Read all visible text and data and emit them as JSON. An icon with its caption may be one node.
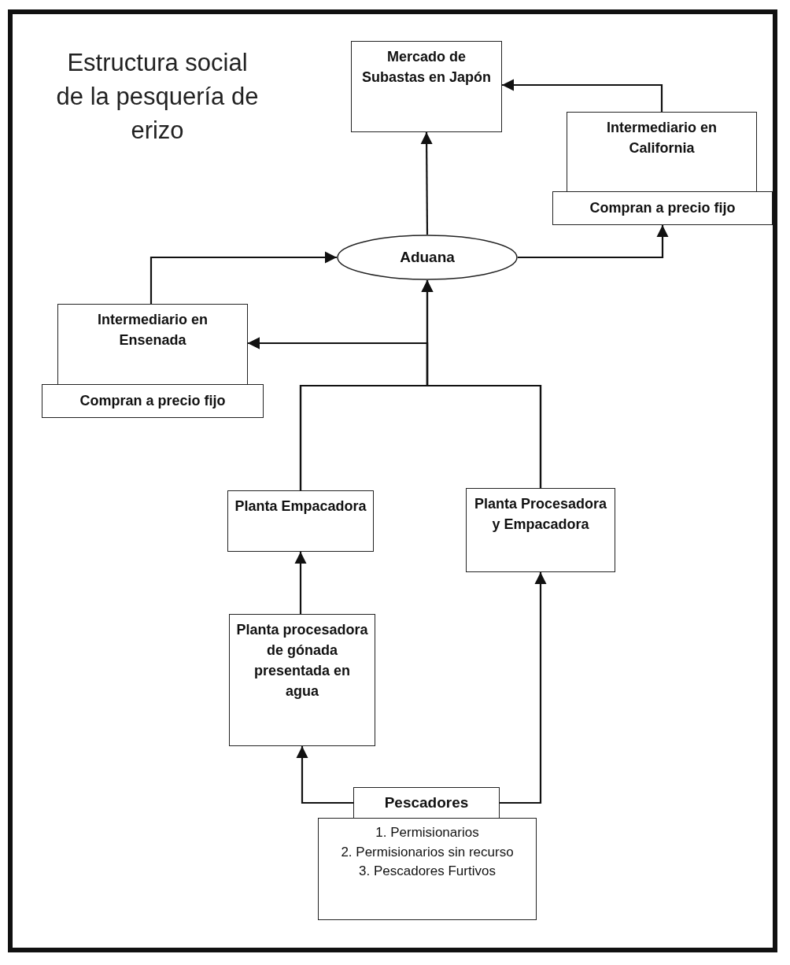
{
  "diagram": {
    "title": "Estructura social de la pesquería de erizo",
    "nodes": [
      {
        "text": [
          "Mercado de Subastas en Japón"
        ]
      },
      {
        "text": [
          "Intermediario en California"
        ]
      },
      {
        "text": [
          "Compran a precio fijo"
        ]
      },
      {
        "text": [
          "Aduana"
        ]
      },
      {
        "text": [
          "Intermediario en Ensenada"
        ]
      },
      {
        "text": [
          "Compran a precio fijo"
        ]
      },
      {
        "text": [
          "Planta Empacadora"
        ]
      },
      {
        "text": [
          "Planta Procesadora y Empacadora"
        ]
      },
      {
        "text": [
          "Planta procesadora de gónada presentada en agua"
        ]
      },
      {
        "text": [
          "Pescadores"
        ]
      },
      {
        "text": [
          "1. Permisionarios",
          "2. Permisionarios sin recurso",
          "3. Pescadores Furtivos"
        ]
      }
    ],
    "edges": [
      {
        "from": 3,
        "to": 0,
        "arrow": "to"
      },
      {
        "from": 1,
        "to": 0,
        "arrow": "to"
      },
      {
        "from": 3,
        "to": 2,
        "arrow": "to"
      },
      {
        "from": 4,
        "to": 3,
        "arrow": "to"
      },
      {
        "from": 6,
        "to": 3,
        "arrow": "to"
      },
      {
        "from": 7,
        "to": 3,
        "arrow": "to"
      },
      {
        "from": 6,
        "to": 4,
        "arrow": "to"
      },
      {
        "from": 7,
        "to": 4,
        "arrow": "to"
      },
      {
        "from": 8,
        "to": 6,
        "arrow": "to"
      },
      {
        "from": 9,
        "to": 8,
        "arrow": "to"
      },
      {
        "from": 9,
        "to": 7,
        "arrow": "to"
      }
    ]
  }
}
